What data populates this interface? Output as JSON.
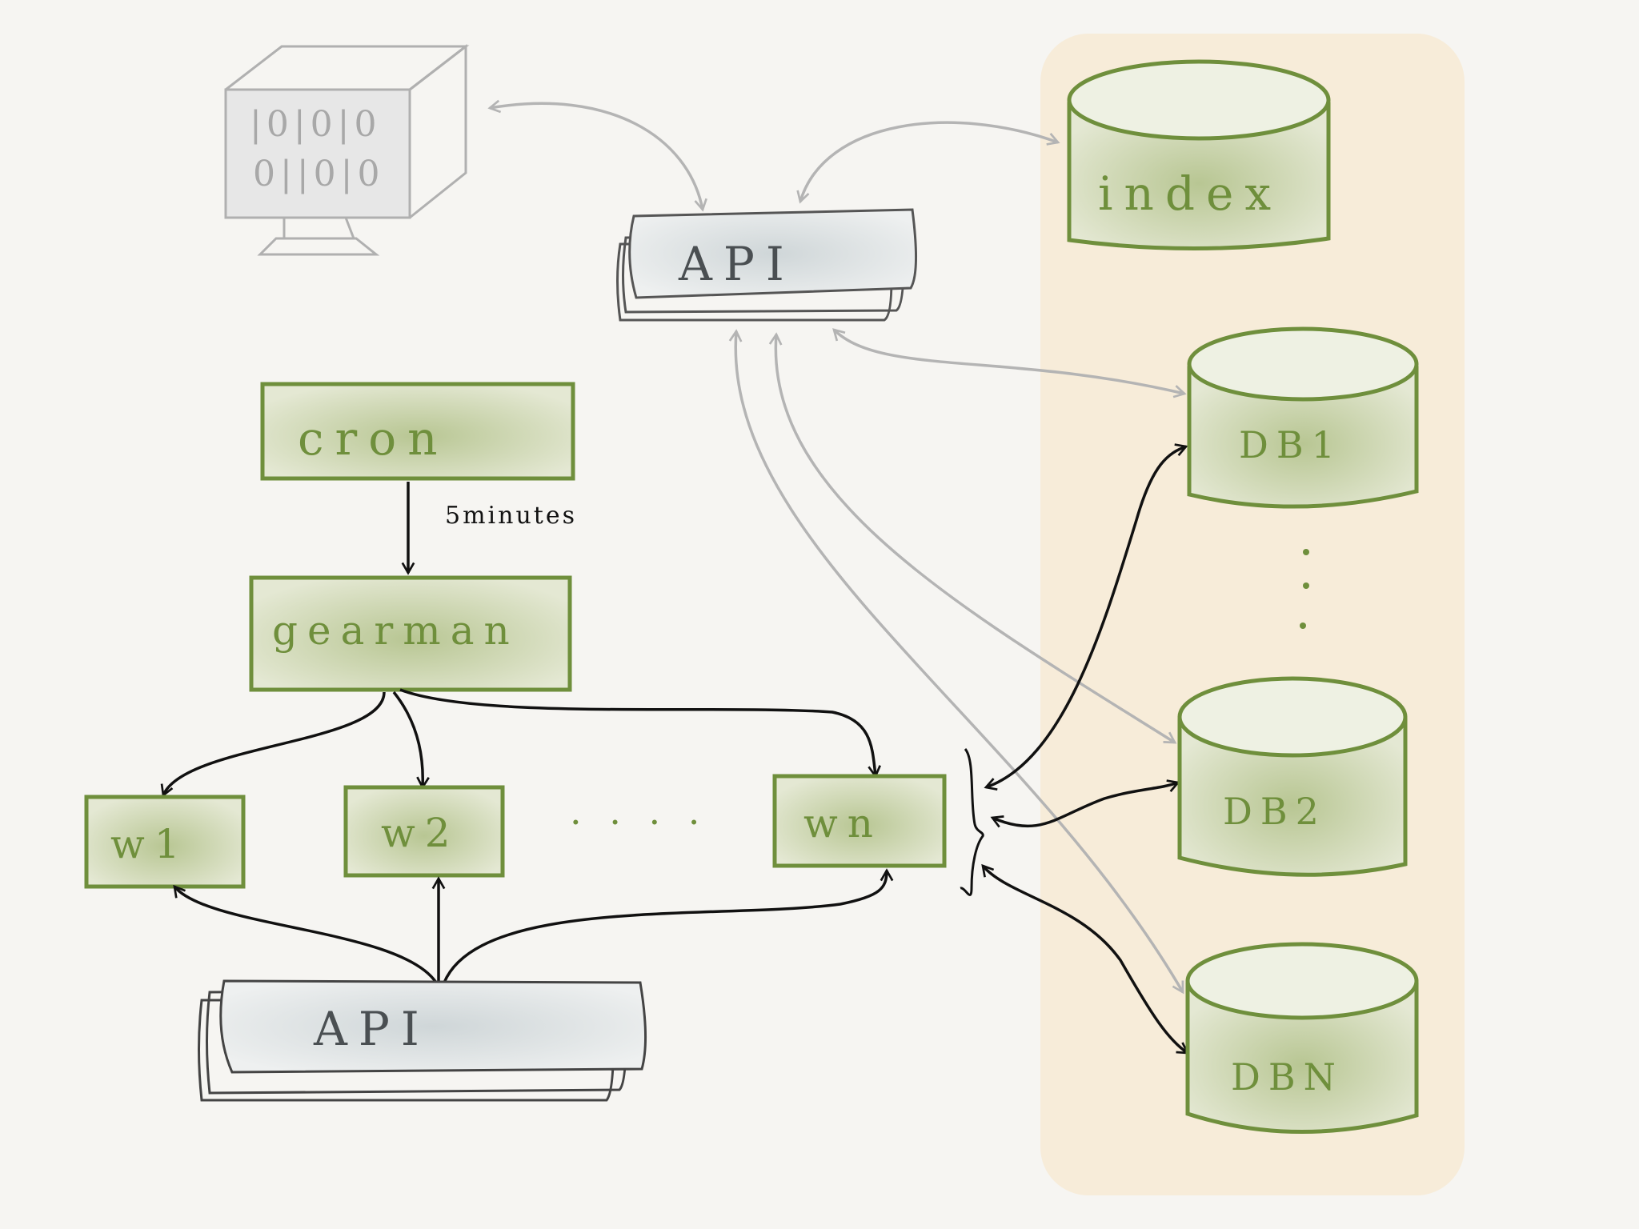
{
  "monitor": {
    "binary_line_1": "|0|0|0",
    "binary_line_2": "0||0|0"
  },
  "top_api": {
    "label": "API"
  },
  "bottom_api": {
    "label": "API"
  },
  "cron": {
    "label": "cron"
  },
  "gearman": {
    "label": "gearman"
  },
  "edge_label": "5minutes",
  "workers": [
    {
      "label": "w1"
    },
    {
      "label": "w2"
    },
    {
      "label": "wn"
    }
  ],
  "worker_ellipsis": ". . . .",
  "databases": {
    "index": "index",
    "db1": "DB1",
    "db2": "DB2",
    "dbn": "DBN",
    "ellipsis": ":"
  },
  "colors": {
    "green": "#6f8f3c",
    "green_fill": "#cdd6b2",
    "storage_panel": "#f7ecd9",
    "gray": "#b4b4b4",
    "api_fill": "#d9dee0",
    "ink": "#111111"
  }
}
